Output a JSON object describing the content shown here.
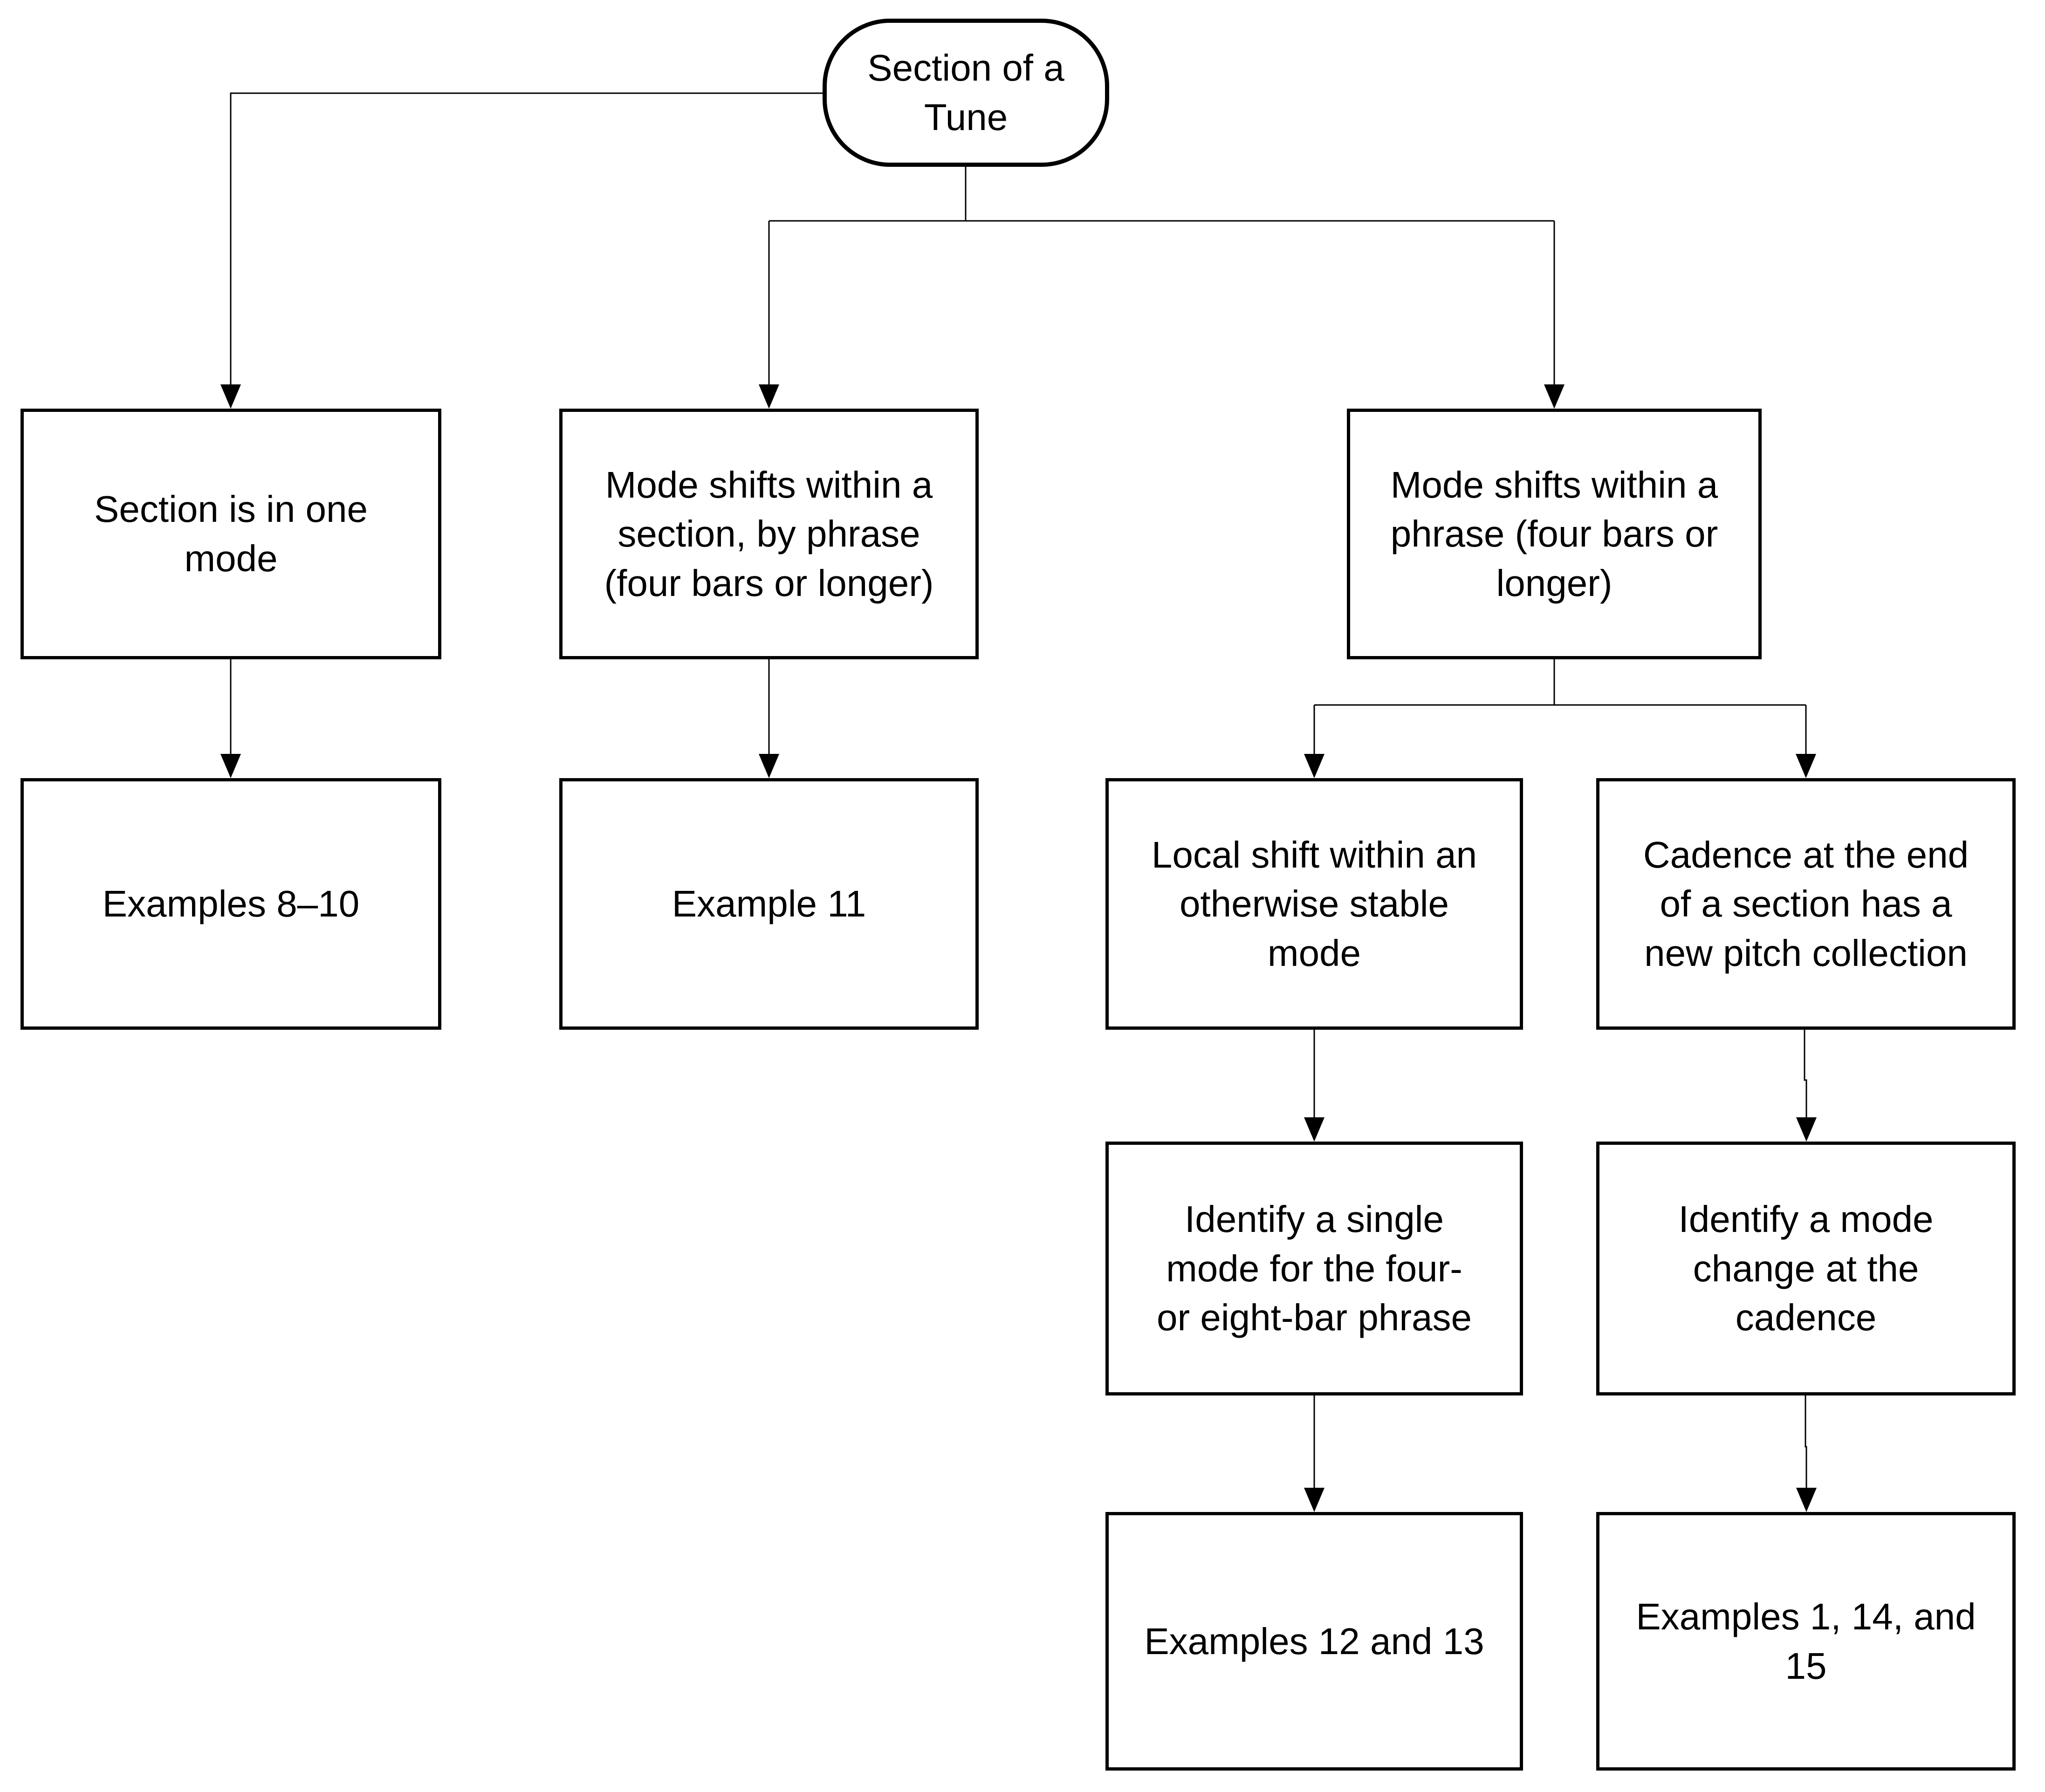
{
  "colors": {
    "stroke": "#000000",
    "background": "#ffffff",
    "text": "#000000"
  },
  "nodes": {
    "root": {
      "lines": [
        "Section of a",
        "Tune"
      ]
    },
    "one_mode": {
      "lines": [
        "Section is in one",
        "mode"
      ]
    },
    "shifts_by_phrase": {
      "lines": [
        "Mode shifts within a",
        "section, by phrase",
        "(four bars or longer)"
      ]
    },
    "shifts_within_phrase": {
      "lines": [
        "Mode shifts within a",
        "phrase (four bars or",
        "longer)"
      ]
    },
    "examples_8_10": {
      "lines": [
        "Examples 8–10"
      ]
    },
    "example_11": {
      "lines": [
        "Example 11"
      ]
    },
    "local_shift": {
      "lines": [
        "Local shift within an",
        "otherwise stable",
        "mode"
      ]
    },
    "cadence_new_pitch": {
      "lines": [
        "Cadence at the end",
        "of a section has a",
        "new pitch collection"
      ]
    },
    "single_mode_phrase": {
      "lines": [
        "Identify a single",
        "mode for the four-",
        "or eight-bar phrase"
      ]
    },
    "mode_change_cadence": {
      "lines": [
        "Identify a mode",
        "change at the",
        "cadence"
      ]
    },
    "examples_12_13": {
      "lines": [
        "Examples 12 and 13"
      ]
    },
    "examples_1_14_15": {
      "lines": [
        "Examples 1, 14, and",
        "15"
      ]
    }
  }
}
